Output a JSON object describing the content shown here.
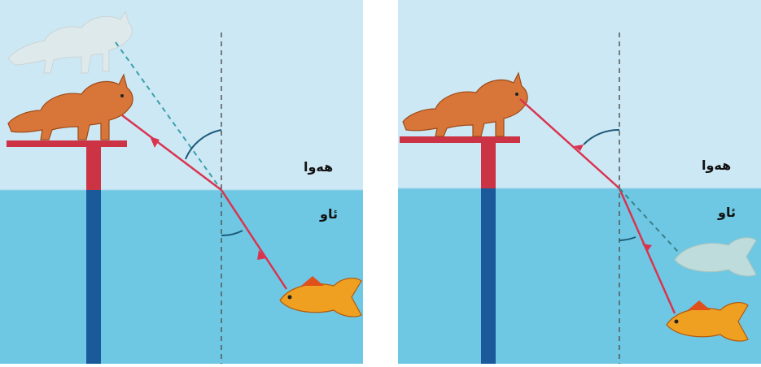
{
  "panels": [
    {
      "id": "left",
      "labels": {
        "air": "هەوا",
        "water": "ئاو"
      },
      "ghost_image": "apparent-cat-image-seen-by-fish"
    },
    {
      "id": "right",
      "labels": {
        "air": "هەوا",
        "water": "ئاو"
      },
      "ghost_image": "apparent-fish-image-seen-by-cat"
    }
  ],
  "colors": {
    "air": "#cde8f5",
    "water": "#6ec8e4",
    "ray": "#d9344f",
    "normal": "#555555",
    "post_top": "#cc3344",
    "post_bottom": "#1a5a9a",
    "cat": "#d8763a",
    "fish": "#f0a020"
  },
  "icons": [
    "cat",
    "fish",
    "ghost-cat",
    "ghost-fish",
    "light-ray",
    "normal-line",
    "angle-arc"
  ]
}
